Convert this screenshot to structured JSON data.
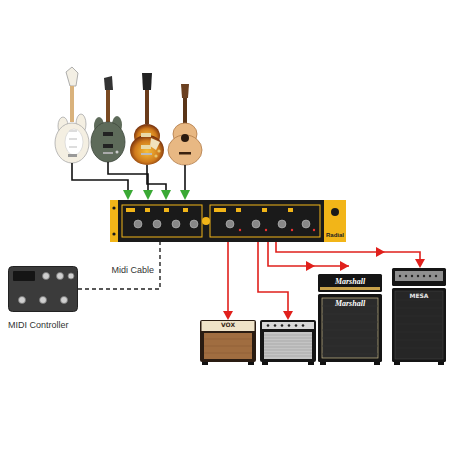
{
  "diagram": {
    "nodes": [
      {
        "text": [
          "MIDI Controller"
        ]
      },
      {
        "text": [
          "Radial"
        ]
      }
    ],
    "edges": [
      {
        "from": 0,
        "to": 1,
        "arrow": "none",
        "label": "Midi Cable"
      }
    ],
    "labels": [
      "VOX",
      "Marshall",
      "Marshall",
      "MESA"
    ]
  }
}
